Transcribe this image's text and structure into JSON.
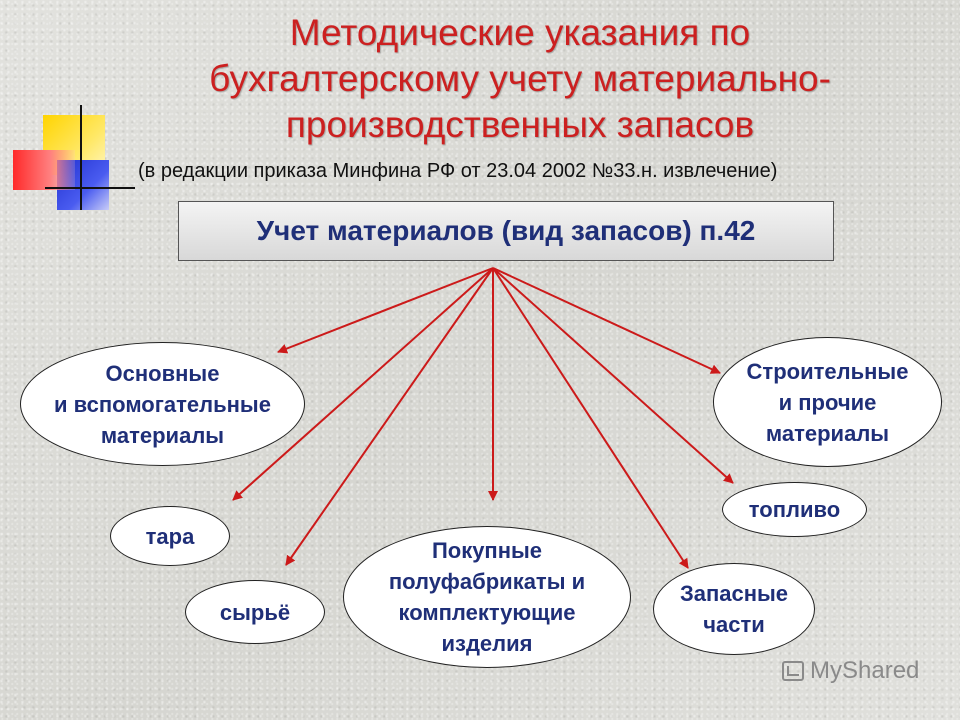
{
  "title": {
    "line1": "Методические указания по",
    "line2": "бухгалтерскому учету материально-",
    "line3": "производственных запасов"
  },
  "subtitle": "(в редакции приказа Минфина РФ от 23.04 2002 №33.н. извлечение)",
  "main_box": {
    "label": "Учет материалов (вид запасов) п.42"
  },
  "nodes": [
    {
      "id": "osnovnye",
      "lines": [
        "Основные",
        "и вспомогательные",
        "материалы"
      ]
    },
    {
      "id": "tara",
      "lines": [
        "тара"
      ]
    },
    {
      "id": "syrye",
      "lines": [
        "сырьё"
      ]
    },
    {
      "id": "pokupnye",
      "lines": [
        "Покупные",
        "полуфабрикаты и",
        "комплектующие",
        "изделия"
      ]
    },
    {
      "id": "zapasnye",
      "lines": [
        "Запасные",
        "части"
      ]
    },
    {
      "id": "toplivo",
      "lines": [
        "топливо"
      ]
    },
    {
      "id": "stroitelnye",
      "lines": [
        "Строительные",
        "и прочие",
        "материалы"
      ]
    }
  ],
  "colors": {
    "title": "#cc2020",
    "node_text": "#1f2f78",
    "arrows": "#cc1a1a"
  },
  "watermark": {
    "text": "MyShared"
  }
}
